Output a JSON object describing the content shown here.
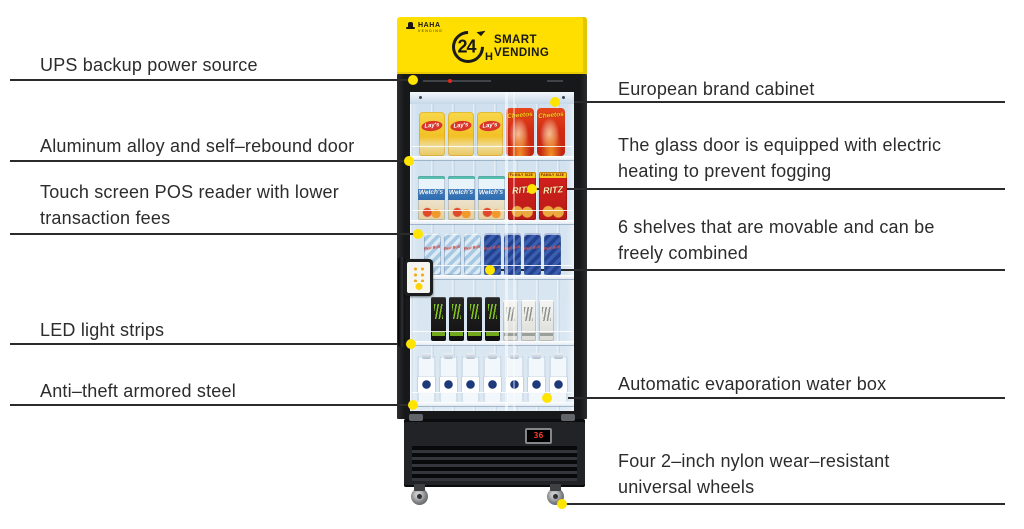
{
  "colors": {
    "accent_yellow": "#FFDF00",
    "cabinet_black": "#17181A",
    "callout_line": "#2B2B2B",
    "callout_dot": "#FFE400",
    "interior_blue": "#D5E4F0",
    "indicator_red": "#E8251A",
    "temp_display_red": "#FF3B2F"
  },
  "machine": {
    "brand": {
      "name": "HAHA",
      "subtitle": "VENDING"
    },
    "logo": {
      "hours": "24",
      "unit": "H",
      "line1": "SMART",
      "line2": "VENDING"
    },
    "temp_display": "36",
    "shelves": [
      {
        "items": [
          {
            "type": "lays",
            "label": "Lay's"
          },
          {
            "type": "lays",
            "label": "Lay's"
          },
          {
            "type": "lays",
            "label": "Lay's"
          },
          {
            "type": "cheetos",
            "label": "Cheetos"
          },
          {
            "type": "cheetos",
            "label": "Cheetos"
          }
        ]
      },
      {
        "items": [
          {
            "type": "welchs",
            "label": "Welch's"
          },
          {
            "type": "welchs",
            "label": "Welch's"
          },
          {
            "type": "welchs",
            "label": "Welch's"
          },
          {
            "type": "ritz",
            "label": "RITZ",
            "banner": "FAMILY SIZE"
          },
          {
            "type": "ritz",
            "label": "RITZ",
            "banner": "FAMILY SIZE"
          }
        ]
      },
      {
        "items": [
          {
            "type": "redbull-light",
            "label": "Red Bull"
          },
          {
            "type": "redbull-light",
            "label": "Red Bull"
          },
          {
            "type": "redbull-light",
            "label": "Red Bull"
          },
          {
            "type": "redbull-dark",
            "label": "Red Bull"
          },
          {
            "type": "redbull-dark",
            "label": "Red Bull"
          },
          {
            "type": "redbull-dark",
            "label": "Red Bull"
          },
          {
            "type": "redbull-dark",
            "label": "Red Bull"
          }
        ]
      },
      {
        "items": [
          {
            "type": "monster"
          },
          {
            "type": "monster"
          },
          {
            "type": "monster"
          },
          {
            "type": "monster"
          },
          {
            "type": "monster-white"
          },
          {
            "type": "monster-white"
          },
          {
            "type": "monster-white"
          }
        ]
      },
      {
        "items": [
          {
            "type": "bottle"
          },
          {
            "type": "bottle"
          },
          {
            "type": "bottle"
          },
          {
            "type": "bottle"
          },
          {
            "type": "bottle"
          },
          {
            "type": "bottle"
          },
          {
            "type": "bottle"
          }
        ]
      },
      {
        "items": []
      }
    ]
  },
  "callouts": {
    "left": [
      {
        "label": "UPS backup power source"
      },
      {
        "label": "Aluminum alloy and self–rebound door"
      },
      {
        "label": "Touch screen POS reader with lower transaction fees"
      },
      {
        "label": "LED light strips"
      },
      {
        "label": "Anti–theft armored steel"
      }
    ],
    "right": [
      {
        "label": "European brand cabinet"
      },
      {
        "label": "The glass door is equipped with electric heating to prevent fogging"
      },
      {
        "label": "6 shelves that are movable and can be freely combined"
      },
      {
        "label": "Automatic evaporation water box"
      },
      {
        "label": "Four 2–inch nylon wear–resistant universal wheels"
      }
    ]
  }
}
